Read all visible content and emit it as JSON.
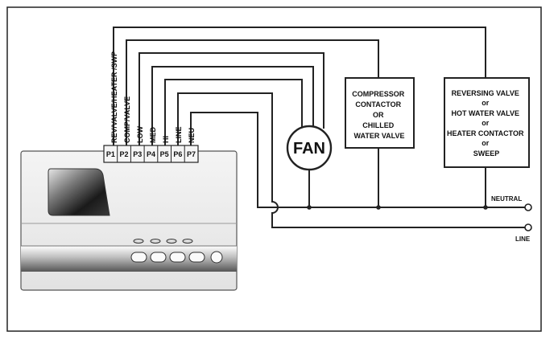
{
  "terminals": [
    "P1",
    "P2",
    "P3",
    "P4",
    "P5",
    "P6",
    "P7"
  ],
  "wire_labels": [
    "REV/VALVE/HEATER /SWP",
    "COMP/VALVE",
    "LOW",
    "MED",
    "HI",
    "LINE",
    "NEU"
  ],
  "fan": {
    "label": "FAN"
  },
  "compressor_box": {
    "lines": [
      "COMPRESSOR",
      "CONTACTOR",
      "OR",
      "CHILLED",
      "WATER VALVE"
    ]
  },
  "reversing_box": {
    "lines": [
      "REVERSING VALVE",
      "or",
      "HOT WATER VALVE",
      "or",
      "HEATER CONTACTOR",
      "or",
      "SWEEP"
    ]
  },
  "buses": {
    "neutral": "NEUTRAL",
    "line": "LINE"
  }
}
